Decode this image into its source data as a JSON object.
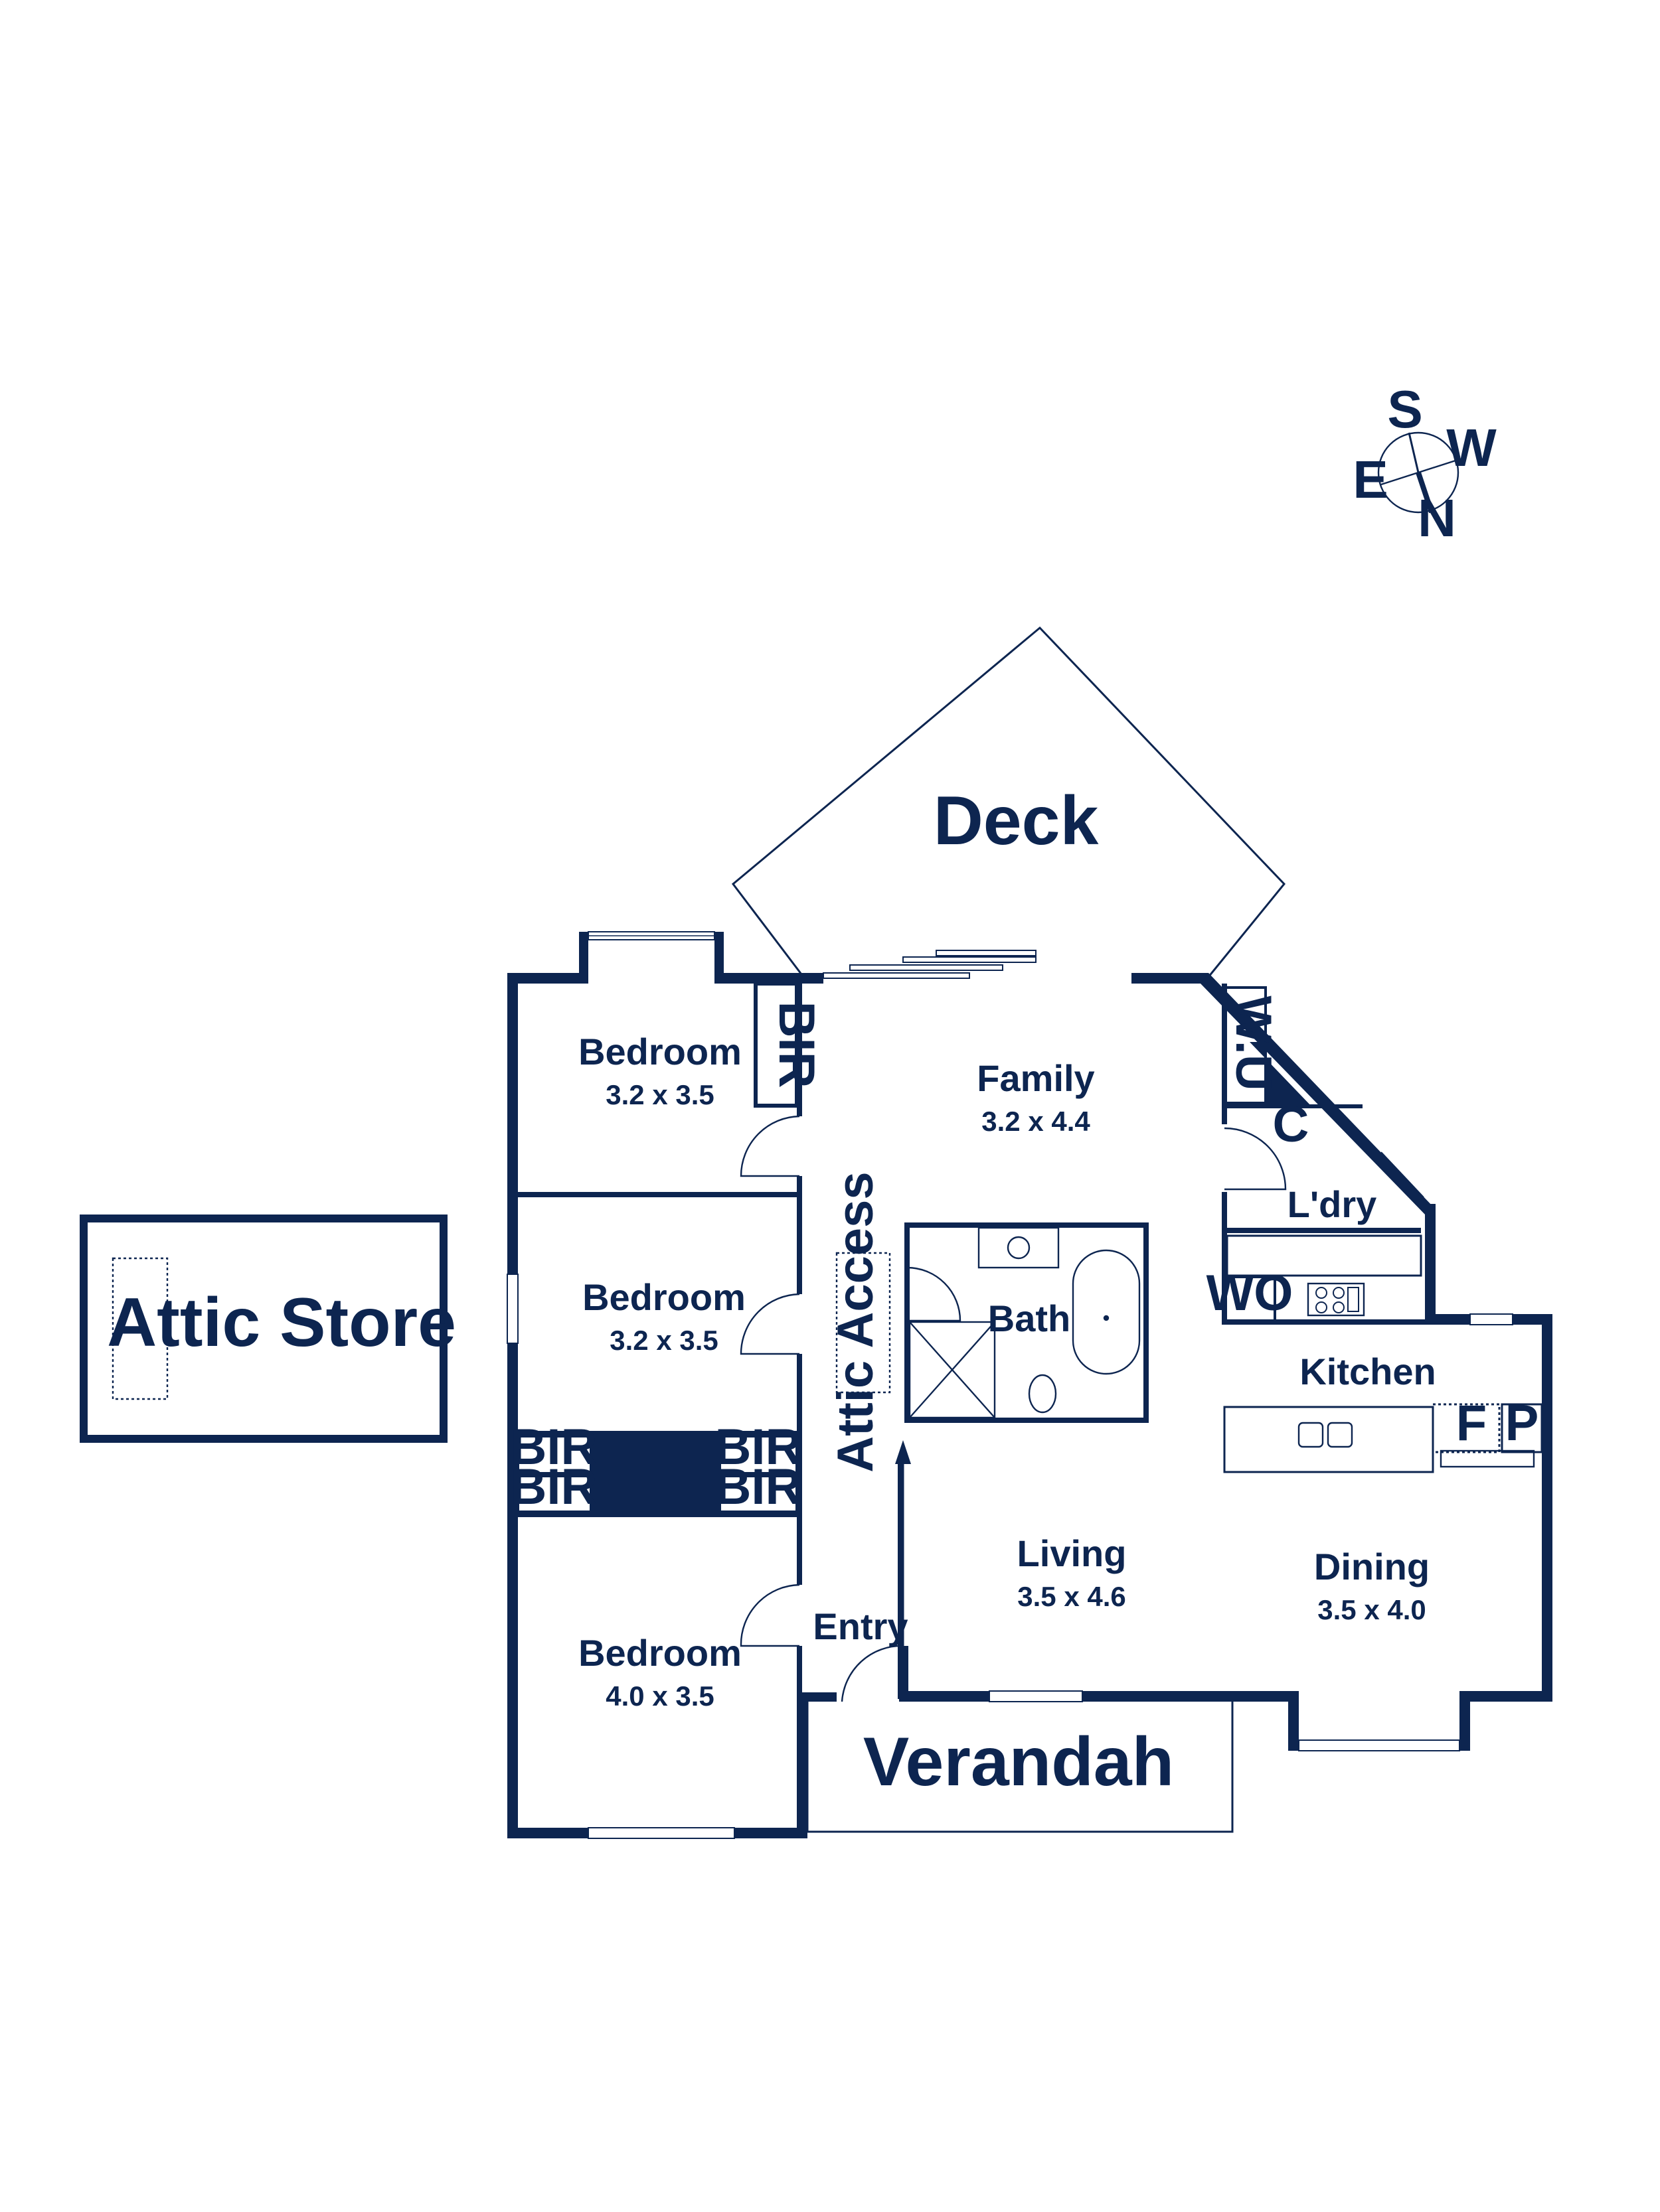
{
  "colors": {
    "ink": "#0d2550",
    "paper": "#ffffff"
  },
  "compass": {
    "s": "S",
    "w": "W",
    "e": "E",
    "n": "N"
  },
  "rooms": {
    "deck": "Deck",
    "family": {
      "name": "Family",
      "dim": "3.2 x 4.4"
    },
    "bed1": {
      "name": "Bedroom",
      "dim": "3.2 x 3.5"
    },
    "bed2": {
      "name": "Bedroom",
      "dim": "3.2 x 3.5"
    },
    "bed3": {
      "name": "Bedroom",
      "dim": "4.0 x 3.5"
    },
    "bath": "Bath",
    "attic_access": "Attic Access",
    "attic_store": "Attic Store",
    "laundry": "L'dry",
    "kitchen": "Kitchen",
    "living": {
      "name": "Living",
      "dim": "3.5 x 4.6"
    },
    "dining": {
      "name": "Dining",
      "dim": "3.5 x 4.0"
    },
    "entry": "Entry",
    "verandah": "Verandah"
  },
  "fixtures": {
    "bir_top": "BIR",
    "bir_tl": "BIR",
    "bir_bl": "BIR",
    "bir_tr": "BIR",
    "bir_br": "BIR",
    "wu": "W.U",
    "c": "C",
    "wo": "WO",
    "f": "F",
    "p": "P"
  }
}
